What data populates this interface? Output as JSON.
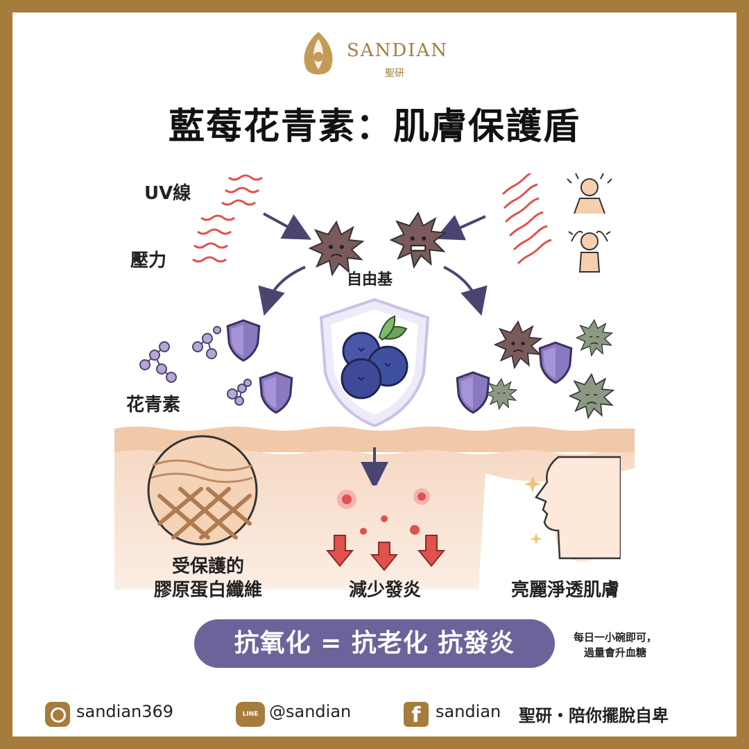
{
  "brand": {
    "name": "SANDIAN",
    "subtitle": "聖研"
  },
  "title": "藍莓花青素：肌膚保護盾",
  "labels": {
    "uv": "UV線",
    "stress": "壓力",
    "free_radical": "自由基",
    "anthocyanin": "花青素",
    "collagen_1": "受保護的",
    "collagen_2": "膠原蛋白纖維",
    "inflammation": "減少發炎",
    "skin": "亮麗淨透肌膚"
  },
  "banner": "抗氧化 = 抗老化 抗發炎",
  "note": {
    "line1": "每日一小碗即可，",
    "line2": "過量會升血糖"
  },
  "social": {
    "instagram": "sandian369",
    "line_icon": "LINE",
    "line": "@sandian",
    "facebook": "sandian",
    "slogan": "聖研・陪你擺脫自卑"
  },
  "colors": {
    "frame": "#a67c3d",
    "banner": "#6d6299",
    "shield": "#7a6aa8",
    "heat": "#e0524c"
  }
}
